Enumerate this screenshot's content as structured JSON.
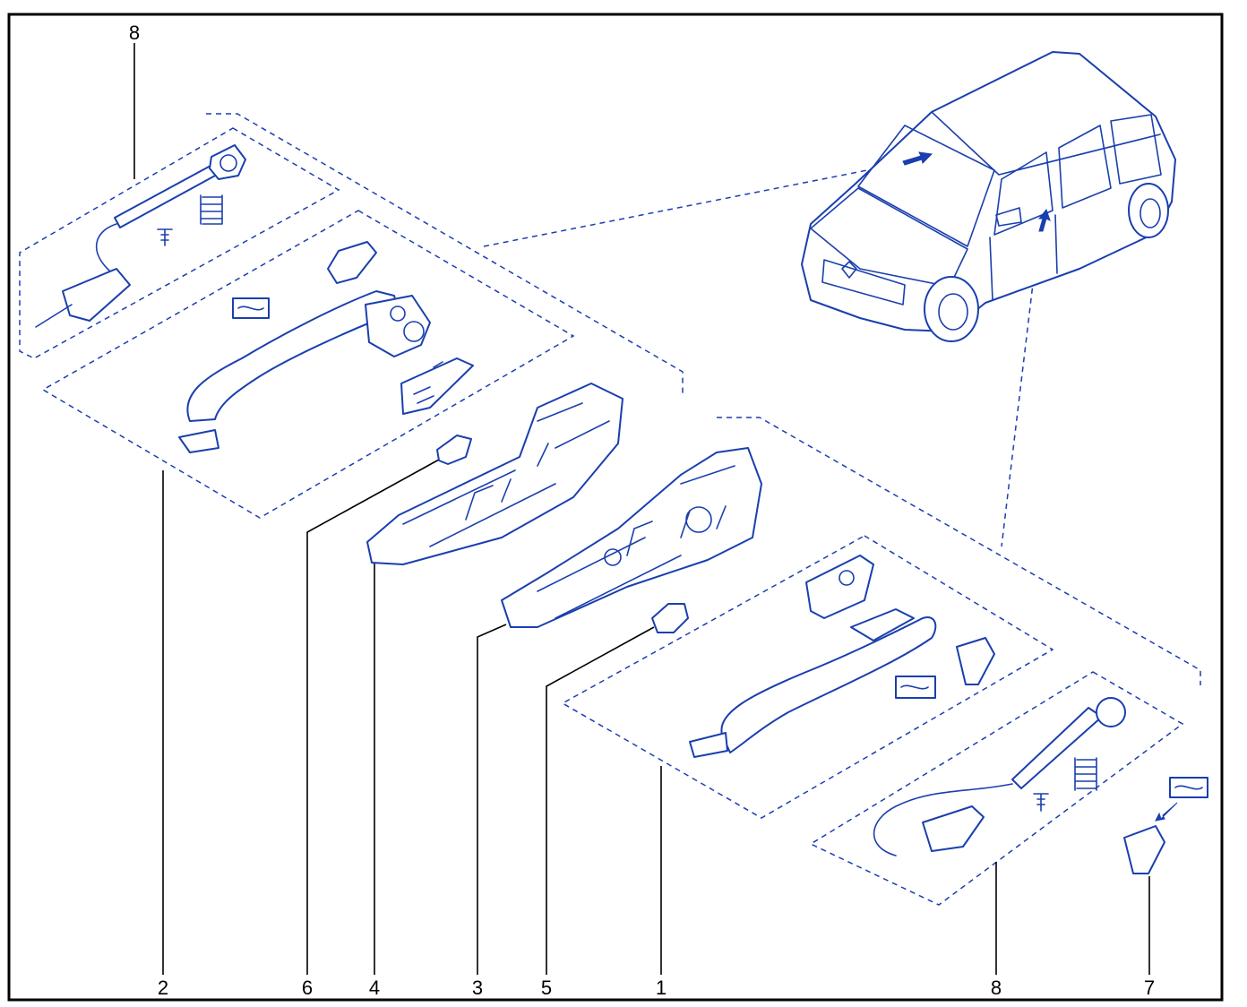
{
  "callouts": [
    {
      "id": "callout-8-top",
      "text": "8"
    },
    {
      "id": "callout-2",
      "text": "2"
    },
    {
      "id": "callout-6",
      "text": "6"
    },
    {
      "id": "callout-4",
      "text": "4"
    },
    {
      "id": "callout-3",
      "text": "3"
    },
    {
      "id": "callout-5",
      "text": "5"
    },
    {
      "id": "callout-1",
      "text": "1"
    },
    {
      "id": "callout-8-bottom",
      "text": "8"
    },
    {
      "id": "callout-7",
      "text": "7"
    }
  ],
  "colors": {
    "line_art": "#1a3fae",
    "leaders": "#000000",
    "background": "#ffffff"
  }
}
